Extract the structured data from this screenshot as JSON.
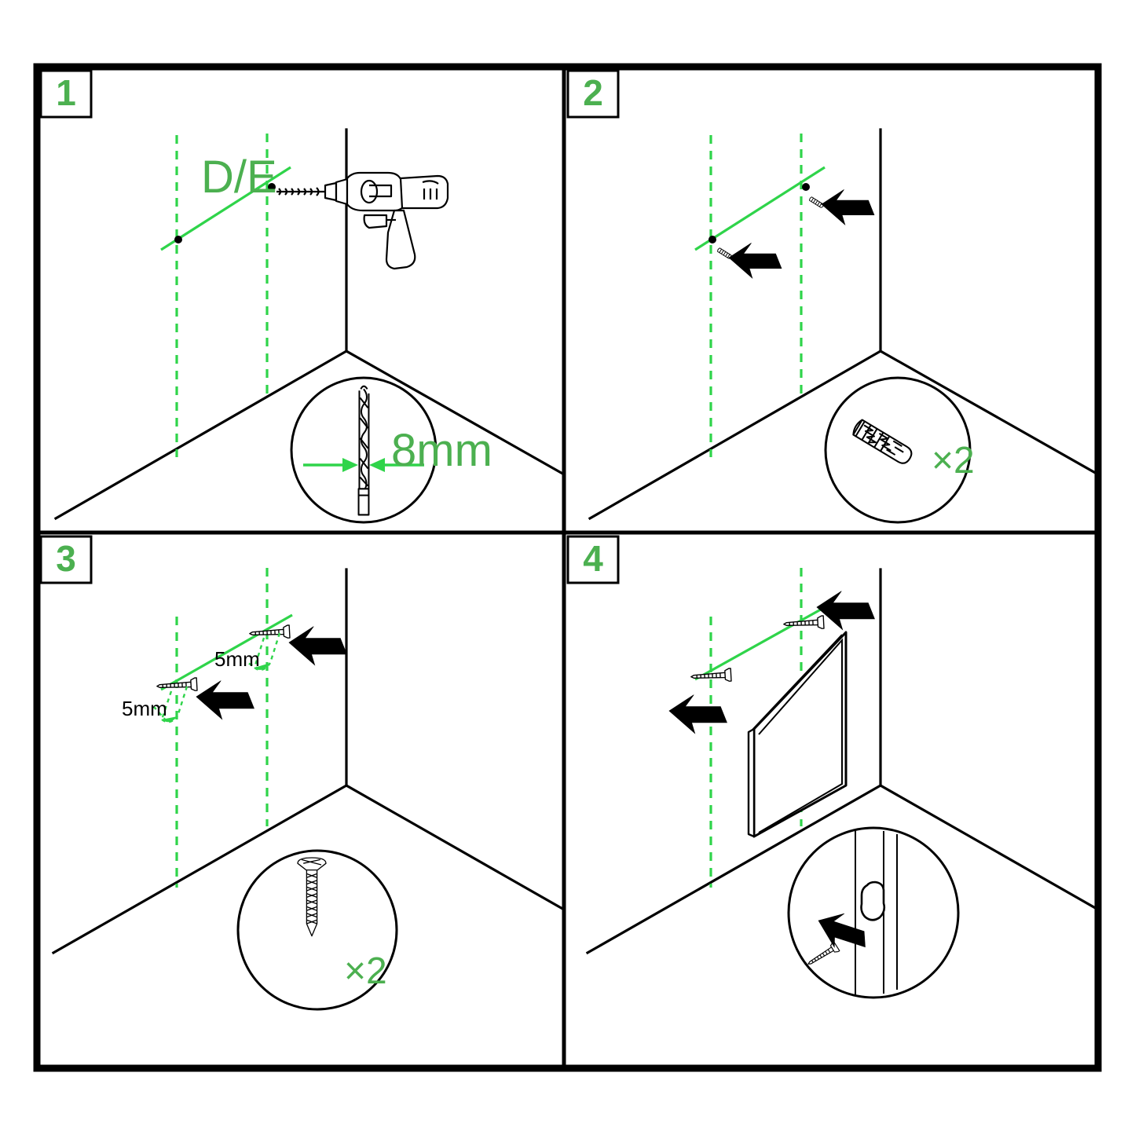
{
  "document": {
    "title": "Wall Mounting Instructions",
    "type": "assembly-instruction-sheet",
    "panel_count": 4,
    "accent_color": "#4CB050",
    "guide_color": "#2FD44A",
    "line_color": "#000000",
    "background_color": "#ffffff"
  },
  "steps": [
    {
      "number": "1",
      "action": "drill-holes",
      "scene": "room-corner-with-guide-lines",
      "tool_icon": "power-drill-icon",
      "labels": {
        "measurement": "D/E",
        "measurement_role": "hole-spacing-reference"
      },
      "detail": {
        "icon": "drill-bit-icon",
        "dimension": "8mm",
        "dimension_role": "drill-bit-diameter",
        "quantity": ""
      }
    },
    {
      "number": "2",
      "action": "insert-wall-anchors",
      "scene": "room-corner-with-guide-lines",
      "tool_icon": "wall-anchor-icon",
      "labels": {
        "measurement": "",
        "measurement_role": ""
      },
      "detail": {
        "icon": "wall-anchor-icon",
        "dimension": "",
        "dimension_role": "",
        "quantity": "×2"
      }
    },
    {
      "number": "3",
      "action": "drive-screws",
      "scene": "room-corner-with-guide-lines",
      "tool_icon": "screw-icon",
      "labels": {
        "measurement_left": "5mm",
        "measurement_right": "5mm",
        "measurement_role": "screw-head-protrusion-gap"
      },
      "detail": {
        "icon": "wood-screw-icon",
        "dimension": "",
        "dimension_role": "",
        "quantity": "×2"
      }
    },
    {
      "number": "4",
      "action": "hang-panel-on-screws",
      "scene": "room-corner-with-mounted-panel",
      "tool_icon": "mirror-panel-icon",
      "labels": {
        "measurement": "",
        "measurement_role": ""
      },
      "detail": {
        "icon": "keyhole-slot-icon",
        "dimension": "",
        "dimension_role": "",
        "quantity": ""
      }
    }
  ]
}
